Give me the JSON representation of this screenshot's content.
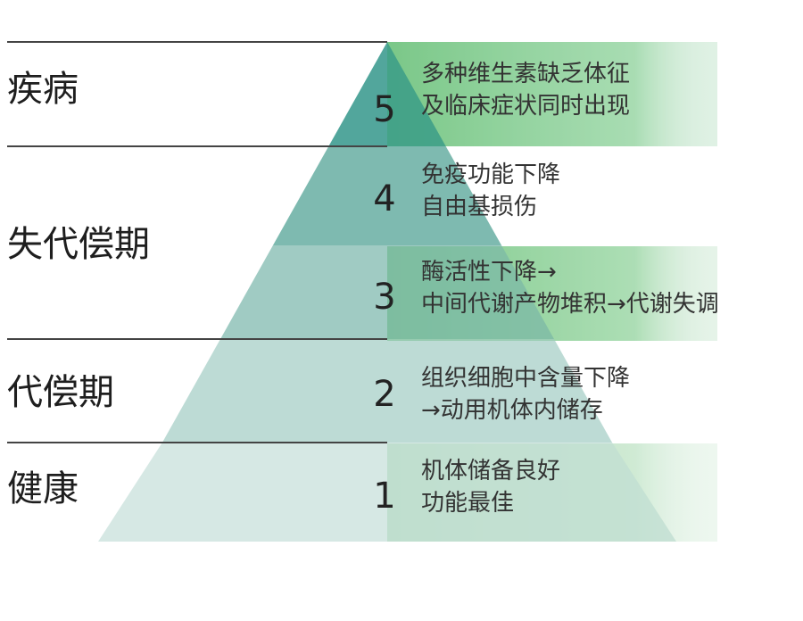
{
  "stages": [
    {
      "label": "疾病"
    },
    {
      "label": "失代偿期"
    },
    {
      "label": "代偿期"
    },
    {
      "label": "健康"
    }
  ],
  "levels": [
    {
      "number": "5",
      "lines": [
        "多种维生素缺乏体征",
        "及临床症状同时出现"
      ]
    },
    {
      "number": "4",
      "lines": [
        "免疫功能下降",
        "自由基损伤"
      ]
    },
    {
      "number": "3",
      "lines": [
        "酶活性下降→",
        "中间代谢产物堆积→代谢失调"
      ]
    },
    {
      "number": "2",
      "lines": [
        "组织细胞中含量下降",
        "→动用机体内储存"
      ]
    },
    {
      "number": "1",
      "lines": [
        "机体储备良好",
        "功能最佳"
      ]
    }
  ],
  "colors": {
    "tier_top": "#3a9a8e",
    "tier_bottom": "#d3e7e3",
    "highlight_green": "#5cbc6a",
    "divider": "#444444"
  }
}
